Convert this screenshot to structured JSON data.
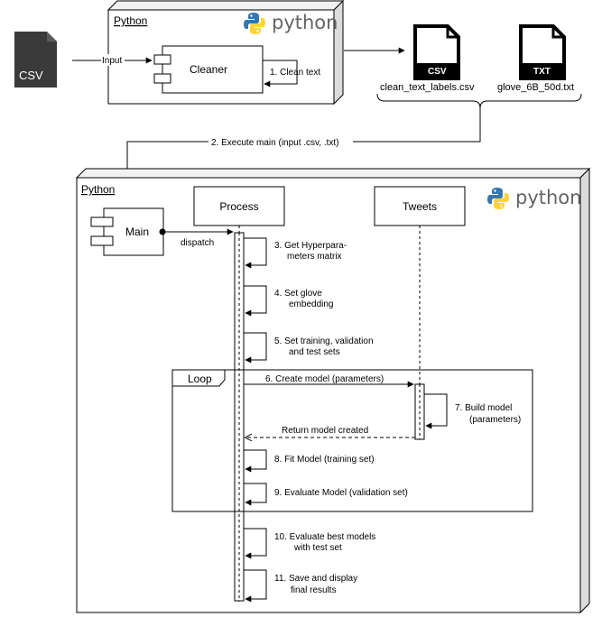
{
  "top_package": {
    "title": "Python",
    "logo_text": "python",
    "component": "Cleaner",
    "input_label": "Input",
    "self_step": "1. Clean text"
  },
  "input_file": {
    "badge": "CSV",
    "icon": "file-icon",
    "color": "#3a3a3a"
  },
  "output_files": [
    {
      "badge": "CSV",
      "name": "clean_text_labels.csv",
      "icon": "file-icon"
    },
    {
      "badge": "TXT",
      "name": "glove_6B_50d.txt",
      "icon": "file-icon"
    }
  ],
  "execute_label": "2. Execute main (input .csv, .txt)",
  "main_package": {
    "title": "Python",
    "logo_text": "python",
    "component": "Main",
    "dispatch_label": "dispatch",
    "lifelines": [
      "Process",
      "Tweets"
    ],
    "loop_label": "Loop",
    "steps": {
      "s3": [
        "3. Get Hyperpara-",
        "meters matrix"
      ],
      "s4": [
        "4. Set glove",
        "embedding"
      ],
      "s5": [
        "5. Set training, validation",
        "and test sets"
      ],
      "s6": "6. Create model (parameters)",
      "s7": [
        "7. Build model",
        "(parameters)"
      ],
      "ret": "Return model created",
      "s8": "8. Fit Model (training set)",
      "s9": "9. Evaluate Model (validation set)",
      "s10": [
        "10. Evaluate best models",
        "with test set"
      ],
      "s11": [
        "11. Save and display",
        "final results"
      ]
    }
  },
  "colors": {
    "python_blue": "#3776ab",
    "python_yellow": "#ffd43b",
    "file_dark": "#3a3a3a",
    "frame_shadow": "#e6e6e6"
  }
}
